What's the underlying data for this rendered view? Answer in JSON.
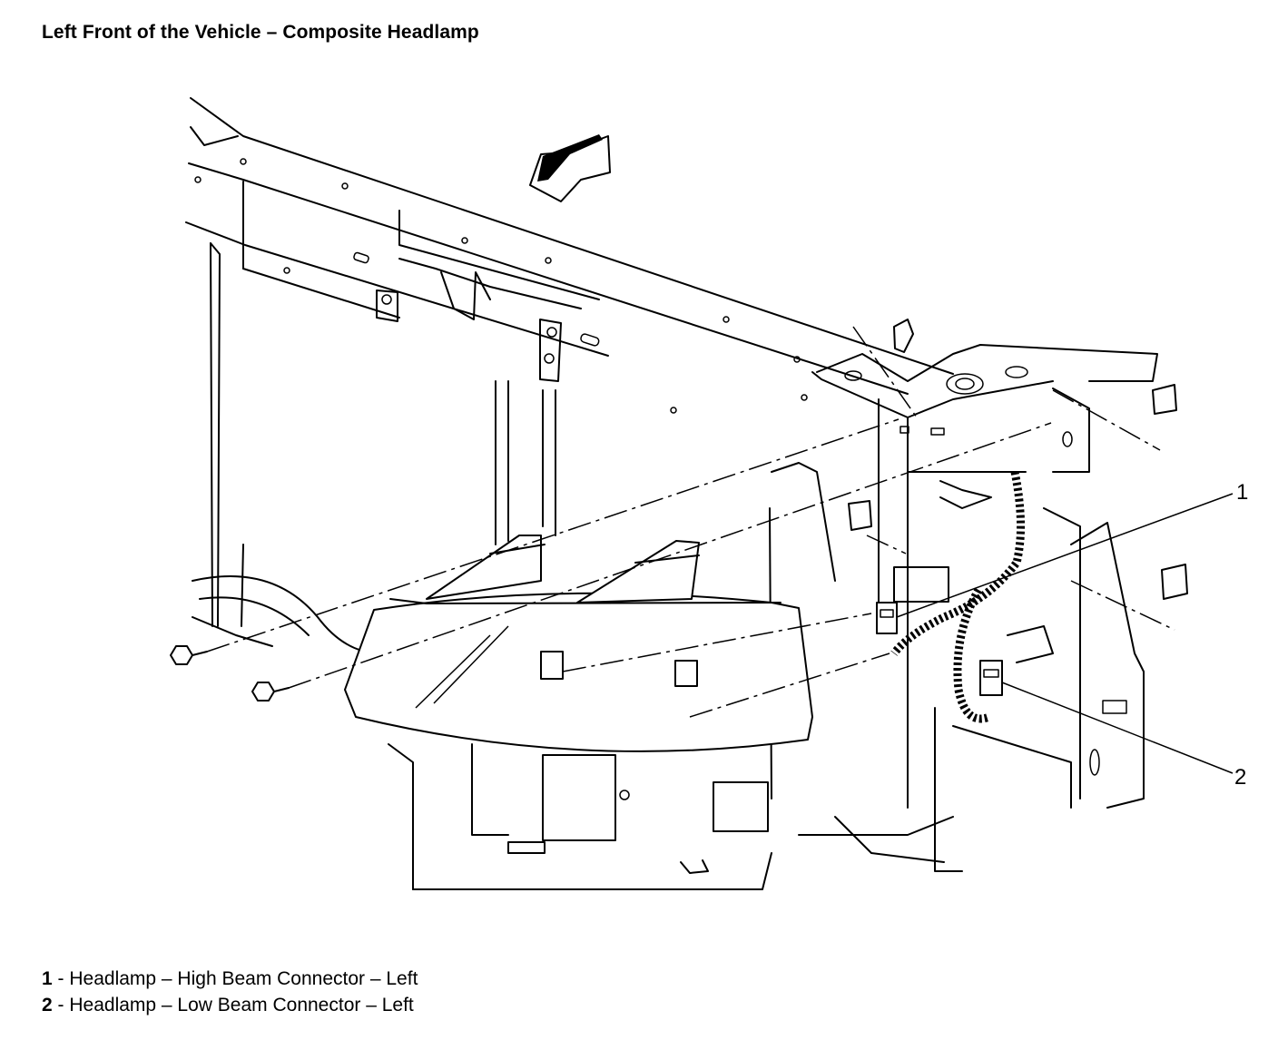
{
  "title": "Left Front of the Vehicle – Composite Headlamp",
  "callouts": [
    {
      "number": "1",
      "description": "Headlamp – High Beam Connector – Left"
    },
    {
      "number": "2",
      "description": "Headlamp – Low Beam Connector – Left"
    }
  ],
  "icons": {
    "direction_arrow": "forward-arrow-icon",
    "bolts": "bolt-icon"
  }
}
